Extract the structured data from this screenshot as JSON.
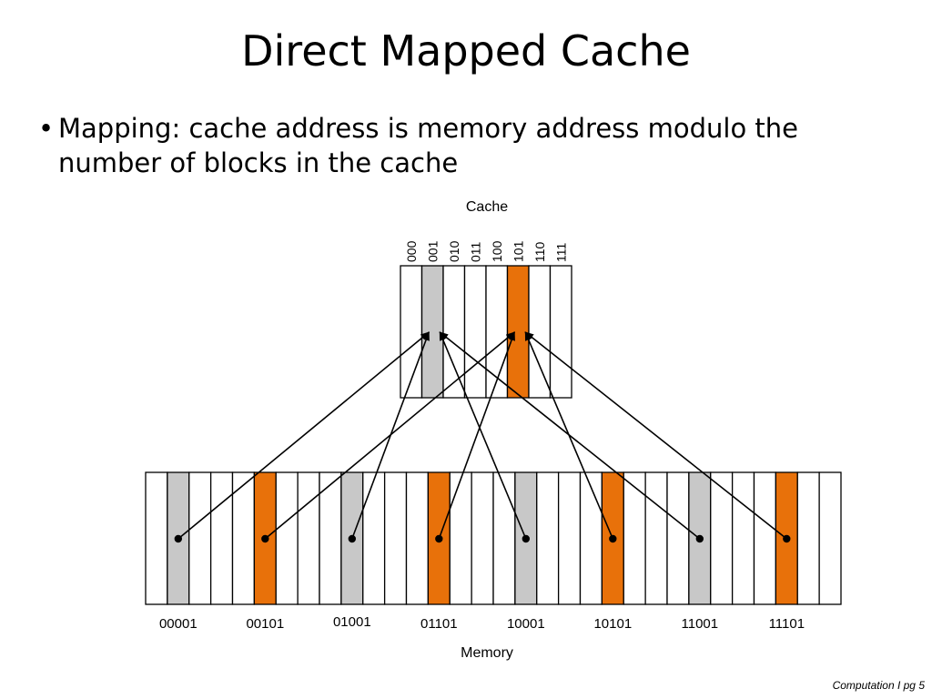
{
  "slide": {
    "title": "Direct Mapped Cache",
    "bullet_symbol": "•",
    "bullet_text": "Mapping:  cache address is memory address modulo the number of blocks in the cache",
    "footer": "Computation I  pg 5"
  },
  "diagram": {
    "cache_label": "Cache",
    "memory_label": "Memory",
    "cache_indexes": [
      "000",
      "001",
      "010",
      "011",
      "100",
      "101",
      "110",
      "111"
    ],
    "cache_highlight": {
      "001": "gray",
      "101": "orange"
    },
    "memory_blocks": 32,
    "memory_addresses": [
      {
        "label": "00001",
        "block": 1,
        "color": "gray",
        "maps_to": "001"
      },
      {
        "label": "00101",
        "block": 5,
        "color": "orange",
        "maps_to": "101"
      },
      {
        "label": "01001",
        "block": 9,
        "color": "gray",
        "maps_to": "001"
      },
      {
        "label": "01101",
        "block": 13,
        "color": "orange",
        "maps_to": "101"
      },
      {
        "label": "10001",
        "block": 17,
        "color": "gray",
        "maps_to": "001"
      },
      {
        "label": "10101",
        "block": 21,
        "color": "orange",
        "maps_to": "101"
      },
      {
        "label": "11001",
        "block": 25,
        "color": "gray",
        "maps_to": "001"
      },
      {
        "label": "11101",
        "block": 29,
        "color": "orange",
        "maps_to": "101"
      }
    ],
    "colors": {
      "orange": "#E8710A",
      "gray": "#C8C8C8",
      "empty": "#FFFFFF",
      "stroke": "#000000"
    }
  }
}
